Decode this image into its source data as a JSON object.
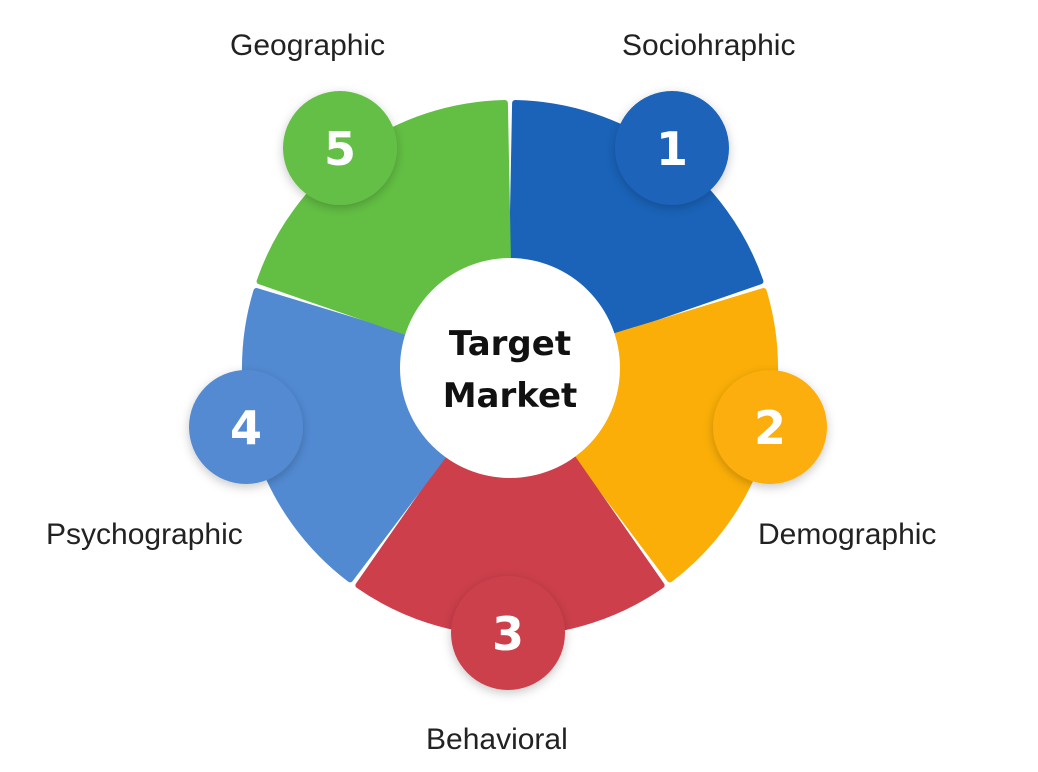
{
  "center": {
    "line1": "Target",
    "line2": "Market"
  },
  "segments": [
    {
      "number": "1",
      "label": "Sociohraphic",
      "color": "#1a63b9"
    },
    {
      "number": "2",
      "label": "Demographic",
      "color": "#fbae07"
    },
    {
      "number": "3",
      "label": "Behavioral",
      "color": "#cc3f4b"
    },
    {
      "number": "4",
      "label": "Psychographic",
      "color": "#528ad2"
    },
    {
      "number": "5",
      "label": "Geographic",
      "color": "#63bf44"
    }
  ]
}
